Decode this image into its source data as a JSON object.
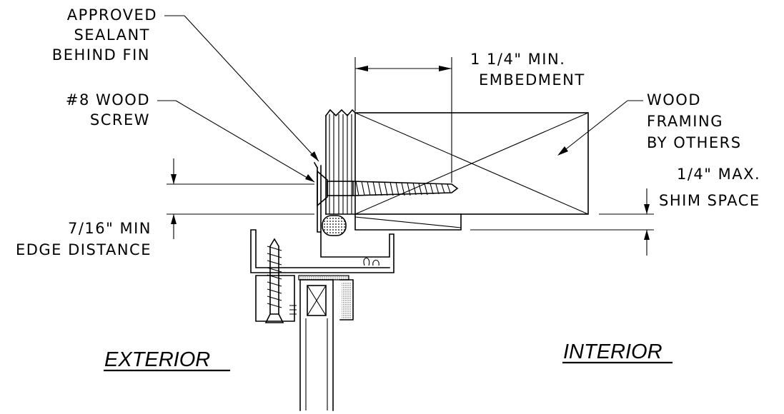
{
  "labels": {
    "sealant": [
      "APPROVED",
      "SEALANT",
      "BEHIND FIN"
    ],
    "screw": [
      "#8 WOOD",
      "SCREW"
    ],
    "edge_distance": [
      "7/16\" MIN",
      "EDGE DISTANCE"
    ],
    "embedment": [
      "1 1/4\" MIN.",
      "EMBEDMENT"
    ],
    "framing": [
      "WOOD",
      "FRAMING",
      "BY OTHERS"
    ],
    "shim": [
      "1/4\" MAX.",
      "SHIM SPACE"
    ]
  },
  "zones": {
    "exterior": "EXTERIOR",
    "interior": "INTERIOR"
  }
}
